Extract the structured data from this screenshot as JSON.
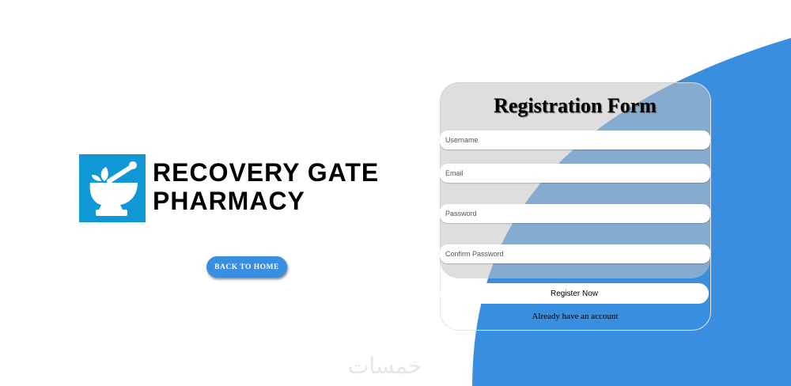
{
  "brand": {
    "line1": "RECOVERY GATE",
    "line2": "PHARMACY"
  },
  "back_button": "BACK TO HOME",
  "form": {
    "title": "Registration Form",
    "fields": [
      {
        "placeholder": "Username"
      },
      {
        "placeholder": "Email"
      },
      {
        "placeholder": "Password"
      },
      {
        "placeholder": "Confirm Password"
      }
    ],
    "submit": "Register Now",
    "login_link": "Already have an account"
  },
  "watermark": "خمسات",
  "colors": {
    "accent": "#3a8ee0",
    "logo": "#0f97d6"
  }
}
